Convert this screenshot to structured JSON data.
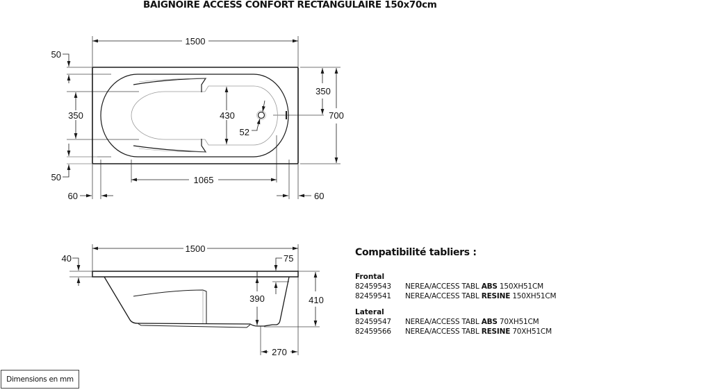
{
  "title": "BAIGNOIRE ACCESS CONFORT RECTANGULAIRE 150x70cm",
  "top_view": {
    "dims": {
      "overall_length": "1500",
      "overall_width": "700",
      "rim_top": "50",
      "rim_bottom": "50",
      "inner_width_left": "350",
      "half_width_right": "350",
      "basin_width": "430",
      "drain_diameter": "52",
      "basin_length": "1065",
      "rim_left": "60",
      "rim_right": "60"
    }
  },
  "side_view": {
    "dims": {
      "overall_length": "1500",
      "rim_thickness": "40",
      "drain_offset_top": "75",
      "inner_depth": "390",
      "overall_height": "410",
      "drain_offset_end": "270"
    }
  },
  "compatibility": {
    "title": "Compatibilité tabliers :",
    "groups": [
      {
        "label": "Frontal",
        "items": [
          {
            "ref": "82459543",
            "prefix": "NEREA/ACCESS TABL ",
            "material": "ABS",
            "size": " 150XH51CM"
          },
          {
            "ref": "82459541",
            "prefix": "NEREA/ACCESS TABL ",
            "material": "RESINE",
            "size": " 150XH51CM"
          }
        ]
      },
      {
        "label": "Lateral",
        "items": [
          {
            "ref": "82459547",
            "prefix": "NEREA/ACCESS TABL ",
            "material": "ABS",
            "size": " 70XH51CM"
          },
          {
            "ref": "82459566",
            "prefix": "NEREA/ACCESS TABL ",
            "material": "RESINE",
            "size": " 70XH51CM"
          }
        ]
      }
    ]
  },
  "units_note": "Dimensions en mm",
  "colors": {
    "line": "#1a1a1a",
    "thin_line": "#555555",
    "light_line": "#9a9a9a"
  }
}
